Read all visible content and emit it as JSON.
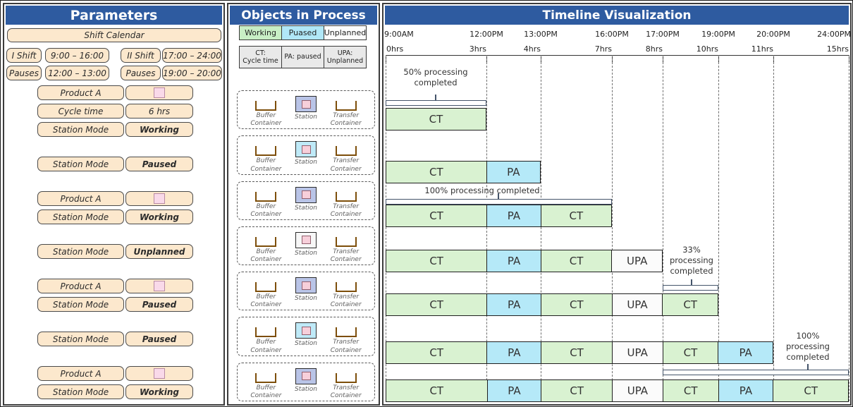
{
  "colors": {
    "header_bg": "#2e5ba0",
    "header_text": "#ffffff",
    "button_bg": "#fce8cd",
    "swatch_pink": "#f9d9e9",
    "container_icon_brown": "#7d4e0a",
    "brace_outline": "#44546a",
    "bars": {
      "working": "#d9f2d1",
      "paused": "#b5e9f8",
      "unplanned": "#fbfbfb"
    },
    "legend_states_bg": {
      "working": "#c8eec5",
      "paused": "#b0e7f7",
      "unplanned": "#fcfcfc"
    },
    "legend_key_bg": "#e9e9e9",
    "stations": {
      "working": "#b9c4e7",
      "paused": "#bfeaf8",
      "unplanned": "#f7f7f7"
    },
    "station_inner_pink": "#f7cfda"
  },
  "parameters": {
    "title": "Parameters",
    "shift_calendar": "Shift Calendar",
    "shift_rows": [
      {
        "cells": [
          "I Shift",
          "9:00 – 16:00",
          "II Shift",
          "17:00 – 24:00"
        ]
      },
      {
        "cells": [
          "Pauses",
          "12:00 – 13:00",
          "Pauses",
          "19:00 – 20:00"
        ]
      }
    ],
    "groups": [
      [
        {
          "label": "Product A",
          "swatch": true
        },
        {
          "label": "Cycle time",
          "value": "6 hrs"
        },
        {
          "label": "Station Mode",
          "value": "Working",
          "emphasis": true
        }
      ],
      [
        {
          "label": "Station Mode",
          "value": "Paused",
          "emphasis": true
        }
      ],
      [
        {
          "label": "Product A",
          "swatch": true
        },
        {
          "label": "Station Mode",
          "value": "Working",
          "emphasis": true
        }
      ],
      [
        {
          "label": "Station Mode",
          "value": "Unplanned",
          "emphasis": true
        }
      ],
      [
        {
          "label": "Product A",
          "swatch": true
        },
        {
          "label": "Station Mode",
          "value": "Paused",
          "emphasis": true
        }
      ],
      [
        {
          "label": "Station Mode",
          "value": "Paused",
          "emphasis": true
        }
      ],
      [
        {
          "label": "Product A",
          "swatch": true
        },
        {
          "label": "Station Mode",
          "value": "Working",
          "emphasis": true
        }
      ]
    ]
  },
  "objects": {
    "title": "Objects in Process",
    "legend_states": [
      {
        "label": "Working",
        "state": "working"
      },
      {
        "label": "Puased",
        "state": "paused"
      },
      {
        "label": "Unplanned",
        "state": "unplanned"
      }
    ],
    "legend_keys": [
      {
        "lines": [
          "CT:",
          "Cycle time"
        ]
      },
      {
        "lines": [
          "PA: paused"
        ]
      },
      {
        "lines": [
          "UPA:",
          "Unplanned"
        ]
      }
    ],
    "station_parts": {
      "buffer": [
        "Buffer",
        "Container"
      ],
      "station": "Station",
      "transfer": [
        "Transfer",
        "Container"
      ]
    },
    "stations": [
      "working",
      "paused",
      "working",
      "unplanned",
      "working",
      "paused",
      "working"
    ]
  },
  "chart_data": {
    "type": "gantt",
    "title": "Timeline Visualization",
    "axis": {
      "time_labels": [
        "9:00AM",
        "12:00PM",
        "13:00PM",
        "16:00PM",
        "17:00PM",
        "19:00PM",
        "20:00PM",
        "24:00PM"
      ],
      "hour_labels": [
        "0hrs",
        "3hrs",
        "4hrs",
        "7hrs",
        "8hrs",
        "10hrs",
        "11hrs",
        "15hrs"
      ],
      "hours": [
        0,
        3,
        4,
        7,
        8,
        10,
        11,
        15
      ],
      "grid": true
    },
    "rows": [
      {
        "segments": [
          {
            "label": "CT",
            "state": "working",
            "from": 0,
            "to": 3
          }
        ]
      },
      {
        "segments": [
          {
            "label": "CT",
            "state": "working",
            "from": 0,
            "to": 3
          },
          {
            "label": "PA",
            "state": "paused",
            "from": 3,
            "to": 4
          }
        ]
      },
      {
        "segments": [
          {
            "label": "CT",
            "state": "working",
            "from": 0,
            "to": 3
          },
          {
            "label": "PA",
            "state": "paused",
            "from": 3,
            "to": 4
          },
          {
            "label": "CT",
            "state": "working",
            "from": 4,
            "to": 7
          }
        ]
      },
      {
        "segments": [
          {
            "label": "CT",
            "state": "working",
            "from": 0,
            "to": 3
          },
          {
            "label": "PA",
            "state": "paused",
            "from": 3,
            "to": 4
          },
          {
            "label": "CT",
            "state": "working",
            "from": 4,
            "to": 7
          },
          {
            "label": "UPA",
            "state": "unplanned",
            "from": 7,
            "to": 8
          }
        ]
      },
      {
        "segments": [
          {
            "label": "CT",
            "state": "working",
            "from": 0,
            "to": 3
          },
          {
            "label": "PA",
            "state": "paused",
            "from": 3,
            "to": 4
          },
          {
            "label": "CT",
            "state": "working",
            "from": 4,
            "to": 7
          },
          {
            "label": "UPA",
            "state": "unplanned",
            "from": 7,
            "to": 8
          },
          {
            "label": "CT",
            "state": "working",
            "from": 8,
            "to": 10
          }
        ]
      },
      {
        "segments": [
          {
            "label": "CT",
            "state": "working",
            "from": 0,
            "to": 3
          },
          {
            "label": "PA",
            "state": "paused",
            "from": 3,
            "to": 4
          },
          {
            "label": "CT",
            "state": "working",
            "from": 4,
            "to": 7
          },
          {
            "label": "UPA",
            "state": "unplanned",
            "from": 7,
            "to": 8
          },
          {
            "label": "CT",
            "state": "working",
            "from": 8,
            "to": 10
          },
          {
            "label": "PA",
            "state": "paused",
            "from": 10,
            "to": 11
          }
        ]
      },
      {
        "segments": [
          {
            "label": "CT",
            "state": "working",
            "from": 0,
            "to": 3
          },
          {
            "label": "PA",
            "state": "paused",
            "from": 3,
            "to": 4
          },
          {
            "label": "CT",
            "state": "working",
            "from": 4,
            "to": 7
          },
          {
            "label": "UPA",
            "state": "unplanned",
            "from": 7,
            "to": 8
          },
          {
            "label": "CT",
            "state": "working",
            "from": 8,
            "to": 10
          },
          {
            "label": "PA",
            "state": "paused",
            "from": 10,
            "to": 11
          },
          {
            "label": "CT",
            "state": "working",
            "from": 11,
            "to": 15
          }
        ]
      }
    ],
    "annotations": [
      {
        "row": 1,
        "lines": [
          "50% processing",
          "completed"
        ],
        "brace_from_hr": 0,
        "brace_to_hr": 3
      },
      {
        "row": 3,
        "lines": [
          "100% processing completed"
        ],
        "brace_from_hr": 0,
        "brace_to_hr": 7
      },
      {
        "row": 5,
        "lines": [
          "33%",
          "processing",
          "completed"
        ],
        "brace_from_hr": 8,
        "brace_to_hr": 10
      },
      {
        "row": 7,
        "lines": [
          "100%",
          "processing",
          "completed"
        ],
        "brace_from_hr": 8,
        "brace_to_hr": 15
      }
    ]
  }
}
